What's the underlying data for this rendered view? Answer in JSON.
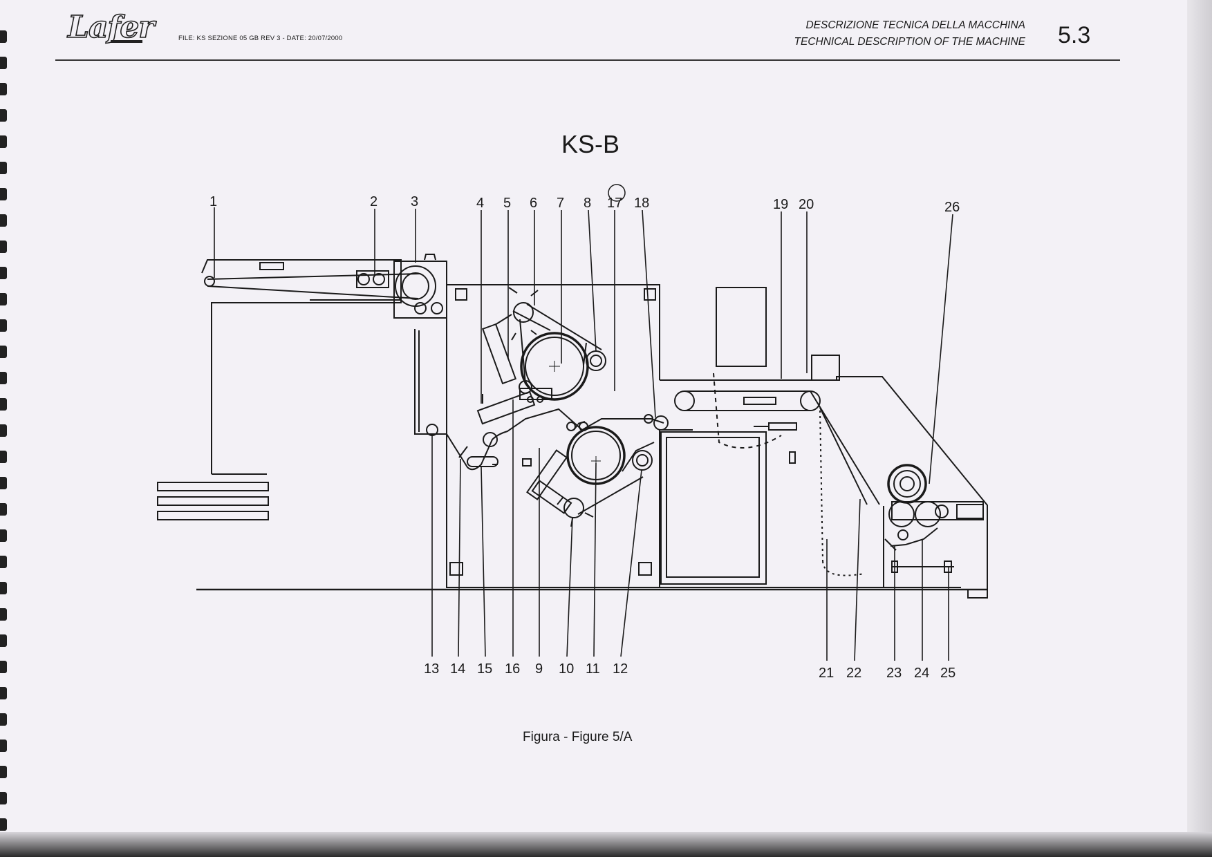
{
  "header": {
    "logo": "Lafer",
    "file_info": "FILE: KS SEZIONE 05 GB REV 3  -  DATE: 20/07/2000",
    "title_it": "DESCRIZIONE TECNICA DELLA MACCHINA",
    "title_en": "TECHNICAL DESCRIPTION OF THE MACHINE",
    "section_number": "5.3"
  },
  "diagram": {
    "title": "KS-B",
    "caption": "Figura - Figure 5/A",
    "top_labels": [
      "1",
      "2",
      "3",
      "4",
      "5",
      "6",
      "7",
      "8",
      "17",
      "18",
      "19",
      "20",
      "26"
    ],
    "bottom_labels": [
      "13",
      "14",
      "15",
      "16",
      "9",
      "10",
      "11",
      "12",
      "21",
      "22",
      "23",
      "24",
      "25"
    ]
  },
  "colors": {
    "line": "#1a1a1a",
    "paper": "#f3f1f6"
  }
}
